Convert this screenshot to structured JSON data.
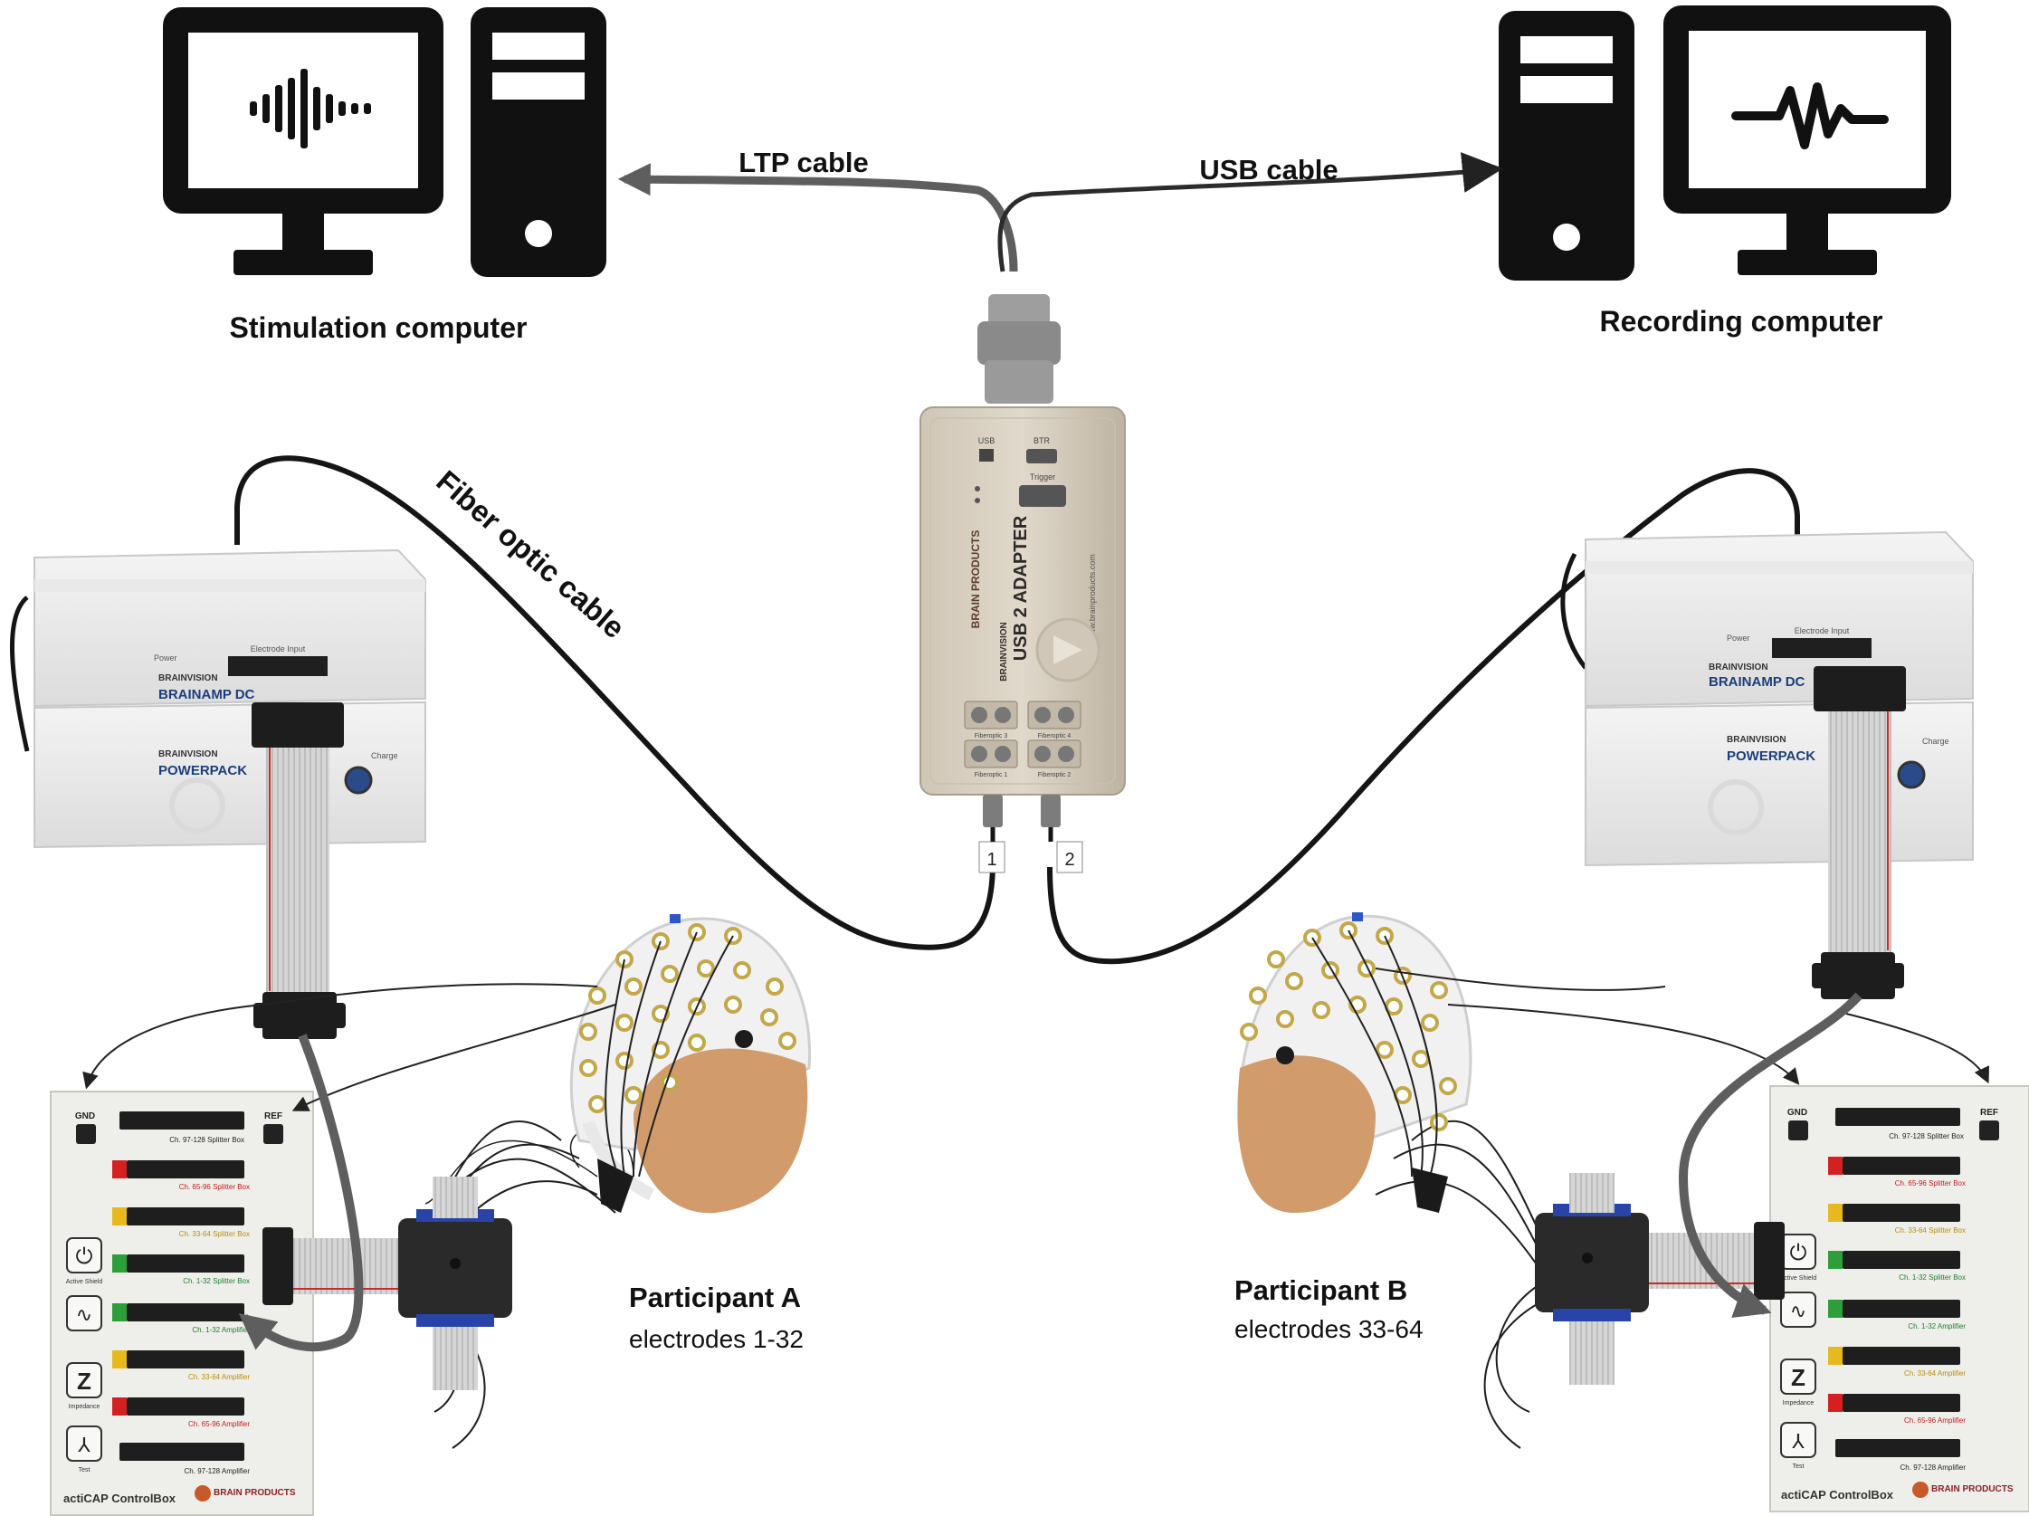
{
  "stimulation_computer": {
    "label": "Stimulation computer"
  },
  "recording_computer": {
    "label": "Recording computer"
  },
  "cables": {
    "ltp": "LTP cable",
    "usb": "USB cable",
    "fiber": "Fiber optic cable"
  },
  "adapter": {
    "brand": "BRAINVISION",
    "name": "USB 2 ADAPTER",
    "maker": "BRAIN PRODUCTS",
    "site": "www.brainproducts.com",
    "ports": {
      "usb": "USB",
      "btr": "BTR",
      "trigger": "Trigger"
    },
    "fibers": [
      "Fiberoptic 3",
      "Fiberoptic 4",
      "Fiberoptic 1",
      "Fiberoptic 2"
    ],
    "tags": [
      "1",
      "2"
    ]
  },
  "amplifier": {
    "brand": "BRAINVISION",
    "model": "BRAINAMP DC",
    "power_label": "Power",
    "input_label": "Electrode Input",
    "powerpack": "POWERPACK",
    "charge": "Charge"
  },
  "controlbox": {
    "gnd": "GND",
    "ref": "REF",
    "rows": [
      "Ch. 97-128 Splitter Box",
      "Ch. 65-96 Splitter Box",
      "Ch. 33-64 Splitter Box",
      "Ch. 1-32 Splitter Box",
      "Ch. 1-32 Amplifier",
      "Ch. 33-64 Amplifier",
      "Ch. 65-96 Amplifier",
      "Ch. 97-128 Amplifier"
    ],
    "buttons": [
      "Power",
      "Active Shield",
      "Impedance",
      "Test"
    ],
    "title": "actiCAP ControlBox",
    "brand": "BRAIN PRODUCTS"
  },
  "participant_a": {
    "name": "Participant A",
    "electrodes": "electrodes  1-32"
  },
  "participant_b": {
    "name": "Participant B",
    "electrodes": "electrodes  33-64"
  }
}
